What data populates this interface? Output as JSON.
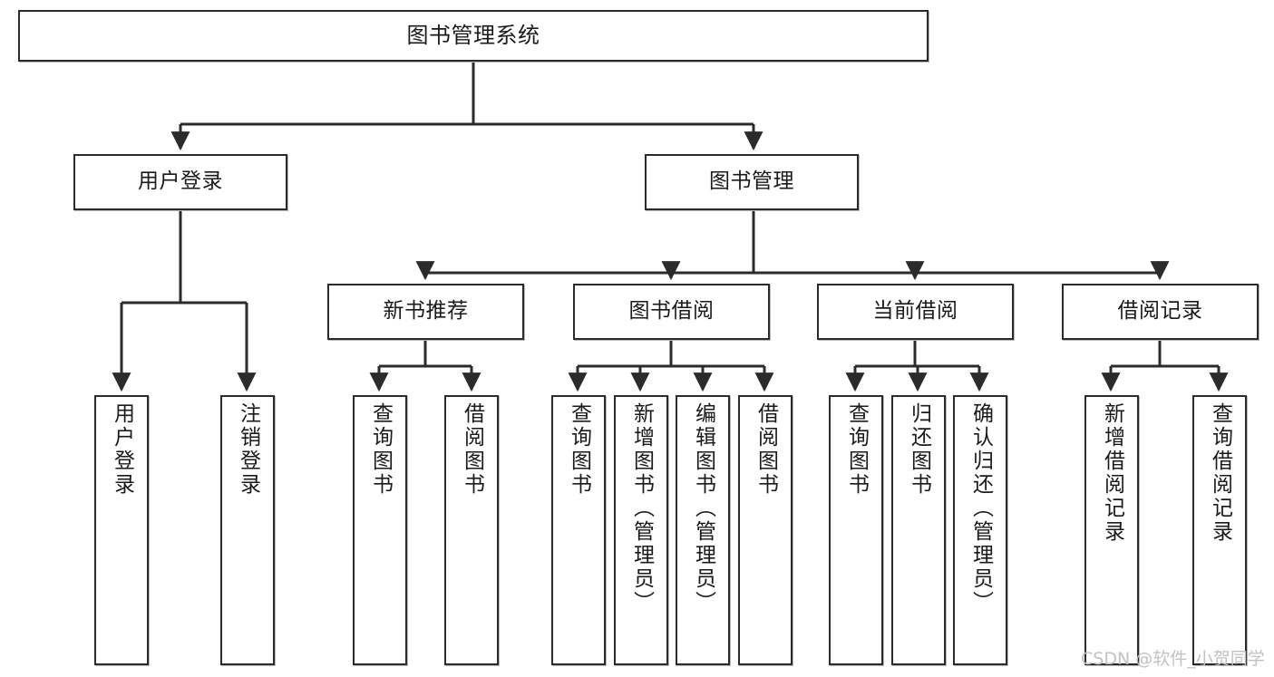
{
  "diagram": {
    "title": "图书管理系统",
    "type": "tree-hierarchy-chart",
    "watermark": "CSDN @软件_小贺同学",
    "colors": {
      "box_border": "#2b2b2b",
      "box_fill": "#ffffff",
      "connector": "#2b2b2b",
      "background": "#ffffff",
      "watermark_text": "#c2c2c2"
    }
  },
  "root": {
    "label": "图书管理系统"
  },
  "level2": [
    {
      "label": "用户登录"
    },
    {
      "label": "图书管理"
    }
  ],
  "level3": [
    {
      "label": "新书推荐"
    },
    {
      "label": "图书借阅"
    },
    {
      "label": "当前借阅"
    },
    {
      "label": "借阅记录"
    }
  ],
  "leaves": {
    "user_login": [
      {
        "label": "用户登录"
      },
      {
        "label": "注销登录"
      }
    ],
    "new_book": [
      {
        "label": "查询图书"
      },
      {
        "label": "借阅图书"
      }
    ],
    "book_borrow": [
      {
        "label": "查询图书"
      },
      {
        "label": "新增图书（管理员）"
      },
      {
        "label": "编辑图书（管理员）"
      },
      {
        "label": "借阅图书"
      }
    ],
    "current_borrow": [
      {
        "label": "查询图书"
      },
      {
        "label": "归还图书"
      },
      {
        "label": "确认归还（管理员）"
      }
    ],
    "borrow_record": [
      {
        "label": "新增借阅记录"
      },
      {
        "label": "查询借阅记录"
      }
    ]
  }
}
